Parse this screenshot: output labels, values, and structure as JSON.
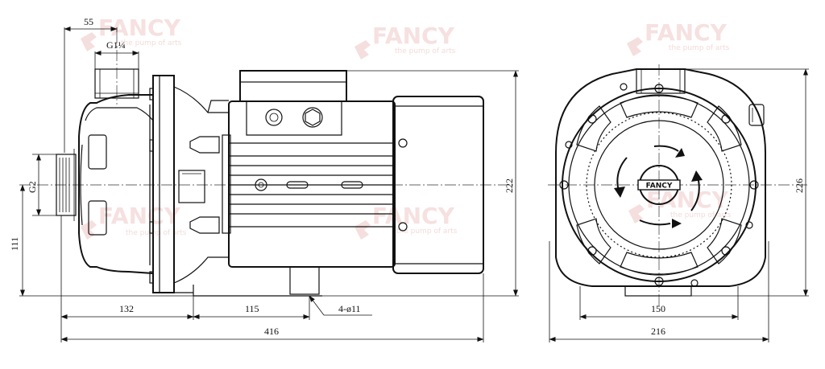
{
  "watermark": {
    "brand": "FANCY",
    "tagline": "the pump of arts"
  },
  "logo_text": "FANCY",
  "side_view": {
    "dimensions": {
      "top_offset": "55",
      "inlet_thread": "G1¼",
      "outlet_thread": "G2",
      "axis_height": "111",
      "inlet_length": "132",
      "foot_spacing": "115",
      "mounting_holes": "4-ø11",
      "total_length": "416",
      "total_height": "222"
    }
  },
  "front_view": {
    "dimensions": {
      "foot_width": "150",
      "total_width": "216",
      "total_height": "226"
    }
  },
  "colors": {
    "line": "#111111",
    "watermark": "#f3d6d6"
  }
}
